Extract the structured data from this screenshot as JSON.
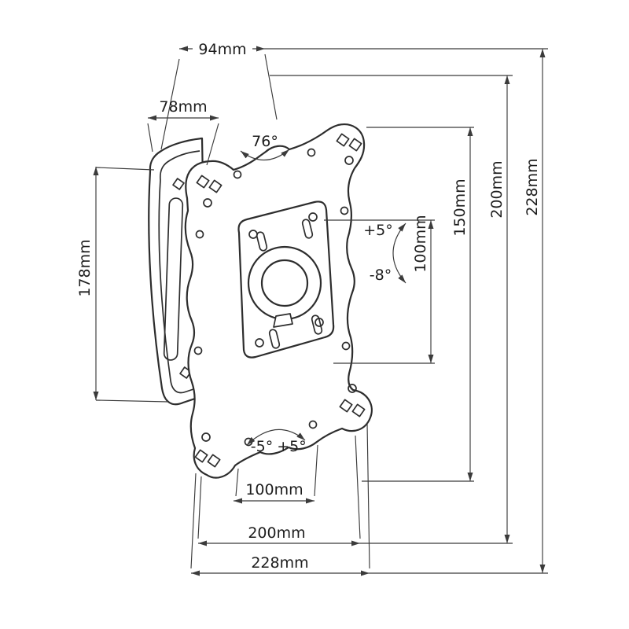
{
  "diagram": {
    "colors": {
      "outline": "#2d2d2d",
      "dimension_line": "#3b3b3b",
      "text": "#1d1d1d",
      "background": "#ffffff"
    },
    "labels": {
      "depth_94": "94mm",
      "width_78": "78mm",
      "swivel_76": "76°",
      "height_228": "228mm",
      "height_200": "200mm",
      "height_150": "150mm",
      "height_100": "100mm",
      "tilt_up": "+5°",
      "tilt_down": "-8°",
      "bracket_height_178": "178mm",
      "rotate_left": "-5°",
      "rotate_right": "+5°",
      "width_100": "100mm",
      "width_200": "200mm",
      "width_228": "228mm"
    }
  }
}
